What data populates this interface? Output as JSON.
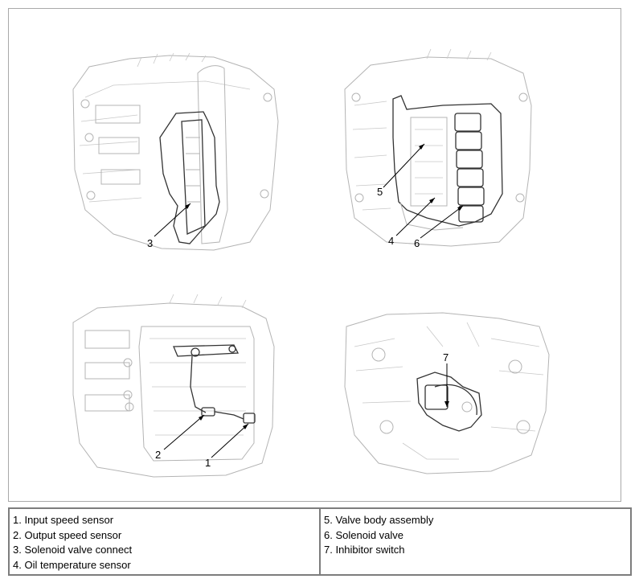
{
  "callouts": {
    "p1": "1",
    "p2": "2",
    "p3": "3",
    "p4": "4",
    "p5": "5",
    "p6": "6",
    "p7": "7"
  },
  "legend": {
    "left": [
      "1. Input speed sensor",
      "2. Output speed sensor",
      "3. Solenoid valve connect",
      "4. Oil temperature sensor"
    ],
    "right": [
      "5. Valve body assembly",
      "6. Solenoid valve",
      "7. Inhibitor switch"
    ]
  }
}
